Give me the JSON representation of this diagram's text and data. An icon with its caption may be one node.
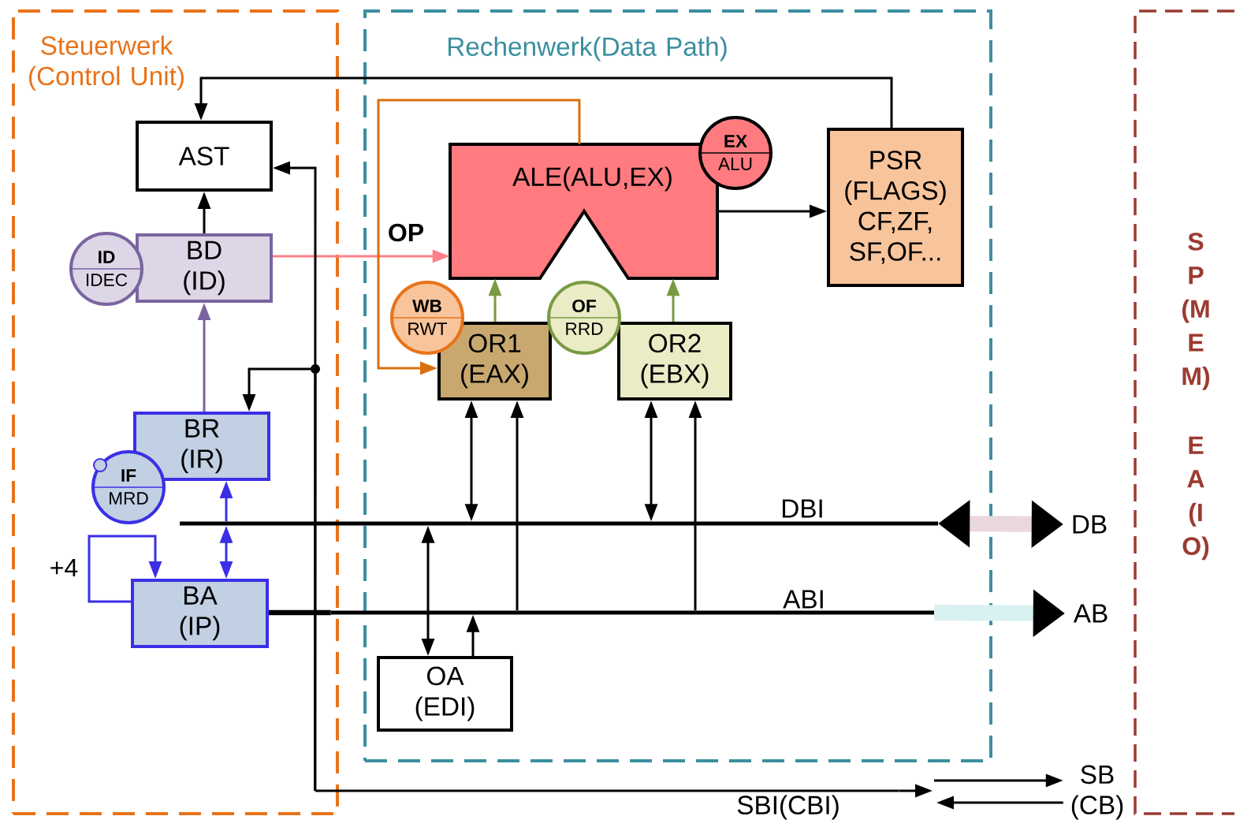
{
  "diagram": {
    "nodes": [
      {
        "text": [
          "Steuerwerk (Control Unit)"
        ]
      },
      {
        "text": [
          "AST"
        ],
        "in": 0
      },
      {
        "text": [
          "ID",
          "IDEC"
        ],
        "in": 0
      },
      {
        "text": [
          "BD (ID)"
        ],
        "in": 0
      },
      {
        "text": [
          "BR (IR)"
        ],
        "in": 0
      },
      {
        "text": [
          "IF",
          "MRD"
        ],
        "in": 0
      },
      {
        "text": [
          "BA (IP)"
        ],
        "in": 0
      },
      {
        "text": [
          "Rechenwerk(Data Path)"
        ]
      },
      {
        "text": [
          "ALE(ALU,EX)"
        ],
        "in": 7
      },
      {
        "text": [
          "EX",
          "ALU"
        ],
        "in": 7
      },
      {
        "text": [
          "PSR (FLAGS) CF,ZF, SF,OF..."
        ],
        "in": 7
      },
      {
        "text": [
          "WB",
          "RWT"
        ],
        "in": 7
      },
      {
        "text": [
          "OR1 (EAX)"
        ],
        "in": 7
      },
      {
        "text": [
          "OF",
          "RRD"
        ],
        "in": 7
      },
      {
        "text": [
          "OR2 (EBX)"
        ],
        "in": 7
      },
      {
        "text": [
          "OA (EDI)"
        ],
        "in": 7
      },
      {
        "text": [
          "DBI"
        ]
      },
      {
        "text": [
          "ABI"
        ]
      },
      {
        "text": [
          "DB"
        ]
      },
      {
        "text": [
          "AB"
        ]
      },
      {
        "text": [
          "SB (CB)"
        ]
      },
      {
        "text": [
          "S P (M E M)",
          "E A (I O)"
        ]
      },
      {
        "text": [
          "SBI(CBI)"
        ]
      }
    ],
    "edges": [
      {
        "from": 10,
        "to": 1,
        "arrow": "to"
      },
      {
        "from": 3,
        "to": 1,
        "arrow": "to"
      },
      {
        "from": 4,
        "to": 3,
        "arrow": "to",
        "color": "#7a64a0"
      },
      {
        "from": 3,
        "to": 8,
        "arrow": "to",
        "color": "#ff8088",
        "label": "OP"
      },
      {
        "from": 8,
        "to": 12,
        "arrow": "to",
        "color": "#d9700f"
      },
      {
        "from": 8,
        "to": 10,
        "arrow": "to"
      },
      {
        "from": 12,
        "to": 8,
        "arrow": "to",
        "color": "#7a9a42"
      },
      {
        "from": 14,
        "to": 8,
        "arrow": "to",
        "color": "#7a9a42"
      },
      {
        "from": 16,
        "to": 12,
        "arrow": "both"
      },
      {
        "from": 17,
        "to": 12,
        "arrow": "to"
      },
      {
        "from": 16,
        "to": 14,
        "arrow": "both"
      },
      {
        "from": 17,
        "to": 14,
        "arrow": "to"
      },
      {
        "from": 16,
        "to": 15,
        "arrow": "both"
      },
      {
        "from": 15,
        "to": 17,
        "arrow": "to"
      },
      {
        "from": 6,
        "to": 17,
        "arrow": "none",
        "style": "thick"
      },
      {
        "from": 16,
        "to": 4,
        "arrow": "to",
        "color": "#3b2fe6"
      },
      {
        "from": 16,
        "to": 6,
        "arrow": "both",
        "color": "#3b2fe6"
      },
      {
        "from": 6,
        "to": 6,
        "arrow": "to",
        "color": "#3b2fe6",
        "label": "+4"
      },
      {
        "from": 16,
        "to": 18,
        "arrow": "both",
        "style": "thick",
        "color": "#e9d9de"
      },
      {
        "from": 17,
        "to": 19,
        "arrow": "to",
        "style": "thick",
        "color": "#d8f1f1"
      },
      {
        "from": 22,
        "to": 1,
        "arrow": "to"
      },
      {
        "from": 22,
        "to": 4,
        "arrow": "to"
      },
      {
        "from": null,
        "to": 20,
        "arrow": "to"
      },
      {
        "from": 20,
        "to": null,
        "arrow": "to"
      },
      {
        "from": 22,
        "to": null,
        "arrow": "to"
      }
    ]
  }
}
